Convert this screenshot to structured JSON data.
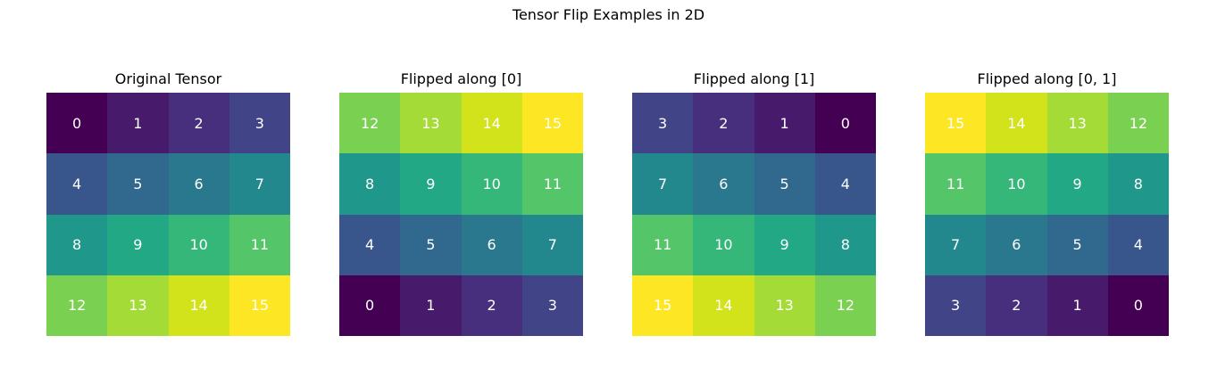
{
  "title": "Tensor Flip Examples in 2D",
  "colormap": [
    "#440154",
    "#481a6c",
    "#472f7d",
    "#414487",
    "#39568c",
    "#31688e",
    "#2a788e",
    "#23888e",
    "#1f988b",
    "#22a884",
    "#35b779",
    "#54c568",
    "#7ad151",
    "#a5db36",
    "#d2e21b",
    "#fde725"
  ],
  "chart_data": [
    {
      "type": "heatmap",
      "title": "Original Tensor",
      "values": [
        [
          0,
          1,
          2,
          3
        ],
        [
          4,
          5,
          6,
          7
        ],
        [
          8,
          9,
          10,
          11
        ],
        [
          12,
          13,
          14,
          15
        ]
      ]
    },
    {
      "type": "heatmap",
      "title": "Flipped along [0]",
      "values": [
        [
          12,
          13,
          14,
          15
        ],
        [
          8,
          9,
          10,
          11
        ],
        [
          4,
          5,
          6,
          7
        ],
        [
          0,
          1,
          2,
          3
        ]
      ]
    },
    {
      "type": "heatmap",
      "title": "Flipped along [1]",
      "values": [
        [
          3,
          2,
          1,
          0
        ],
        [
          7,
          6,
          5,
          4
        ],
        [
          11,
          10,
          9,
          8
        ],
        [
          15,
          14,
          13,
          12
        ]
      ]
    },
    {
      "type": "heatmap",
      "title": "Flipped along [0, 1]",
      "values": [
        [
          15,
          14,
          13,
          12
        ],
        [
          11,
          10,
          9,
          8
        ],
        [
          7,
          6,
          5,
          4
        ],
        [
          3,
          2,
          1,
          0
        ]
      ]
    }
  ]
}
